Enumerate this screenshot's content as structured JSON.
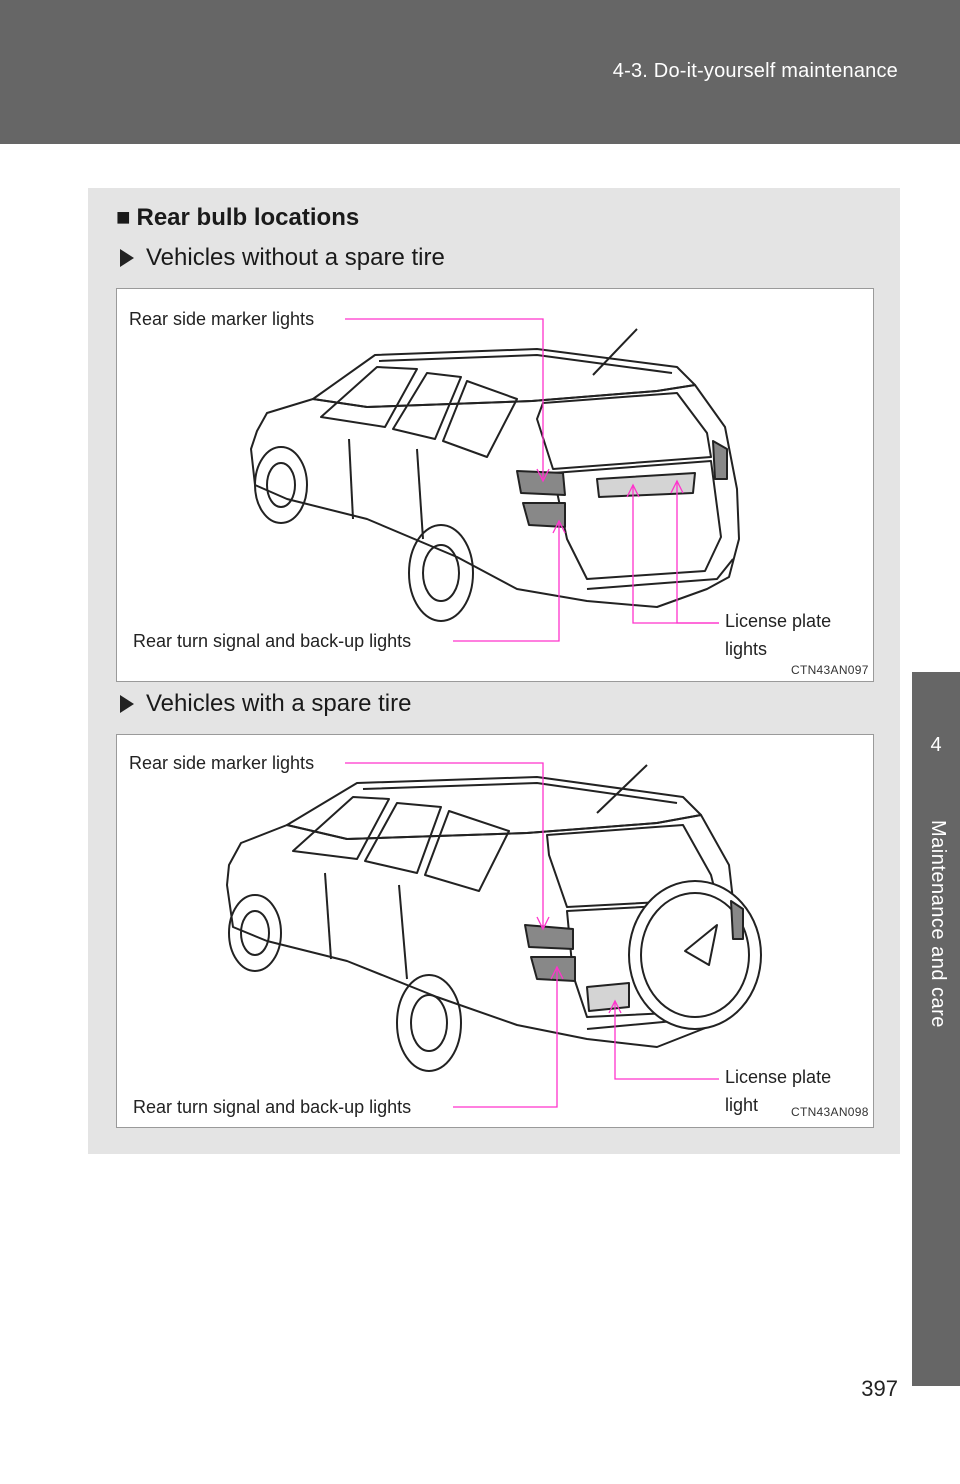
{
  "header": {
    "section_title": "4-3. Do-it-yourself maintenance"
  },
  "side_tab": {
    "chapter_number": "4",
    "chapter_label": "Maintenance and care"
  },
  "section": {
    "heading": "Rear bulb locations",
    "heading_marker": "■",
    "variants": [
      {
        "heading": "Vehicles without a spare tire",
        "callouts": {
          "side_marker": "Rear side marker lights",
          "turn_backup": "Rear turn signal and back-up lights",
          "license_line1": "License plate",
          "license_line2": "lights"
        },
        "figure_code": "CTN43AN097"
      },
      {
        "heading": "Vehicles with a spare tire",
        "callouts": {
          "side_marker": "Rear side marker lights",
          "turn_backup": "Rear turn signal and back-up lights",
          "license_line1": "License plate",
          "license_line2": "light"
        },
        "figure_code": "CTN43AN098"
      }
    ]
  },
  "colors": {
    "header_band": "#666666",
    "panel_bg": "#e4e4e4",
    "callout_line": "#ff33cc"
  },
  "icons": [
    "square-bullet-icon",
    "arrow-right-icon"
  ],
  "page_number": "397"
}
